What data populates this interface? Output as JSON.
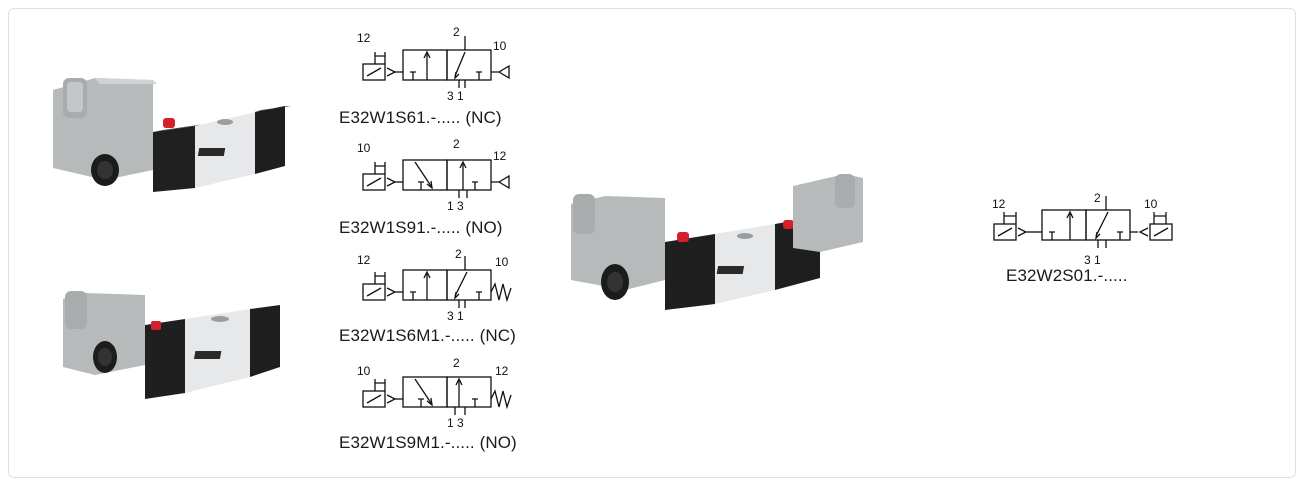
{
  "symbols": [
    {
      "caption": "E32W1S61.-..... (NC)",
      "left_port": "12",
      "right_port": "10",
      "top_port": "2",
      "bottom_ports": "3 1"
    },
    {
      "caption": "E32W1S91.-..... (NO)",
      "left_port": "10",
      "right_port": "12",
      "top_port": "2",
      "bottom_ports": "1 3"
    },
    {
      "caption": "E32W1S6M1.-..... (NC)",
      "left_port": "12",
      "right_port": "10",
      "top_port": "2",
      "bottom_ports": "3 1"
    },
    {
      "caption": "E32W1S9M1.-..... (NO)",
      "left_port": "10",
      "right_port": "12",
      "top_port": "2",
      "bottom_ports": "1 3"
    },
    {
      "caption": "E32W2S01.-.....",
      "left_port": "12",
      "right_port": "10",
      "top_port": "2",
      "bottom_ports": "3 1"
    }
  ],
  "colors": {
    "body_dark": "#1e1e1e",
    "body_alu": "#e4e6e8",
    "coil_grey": "#b9bcbd",
    "accent_red": "#d4202a"
  }
}
